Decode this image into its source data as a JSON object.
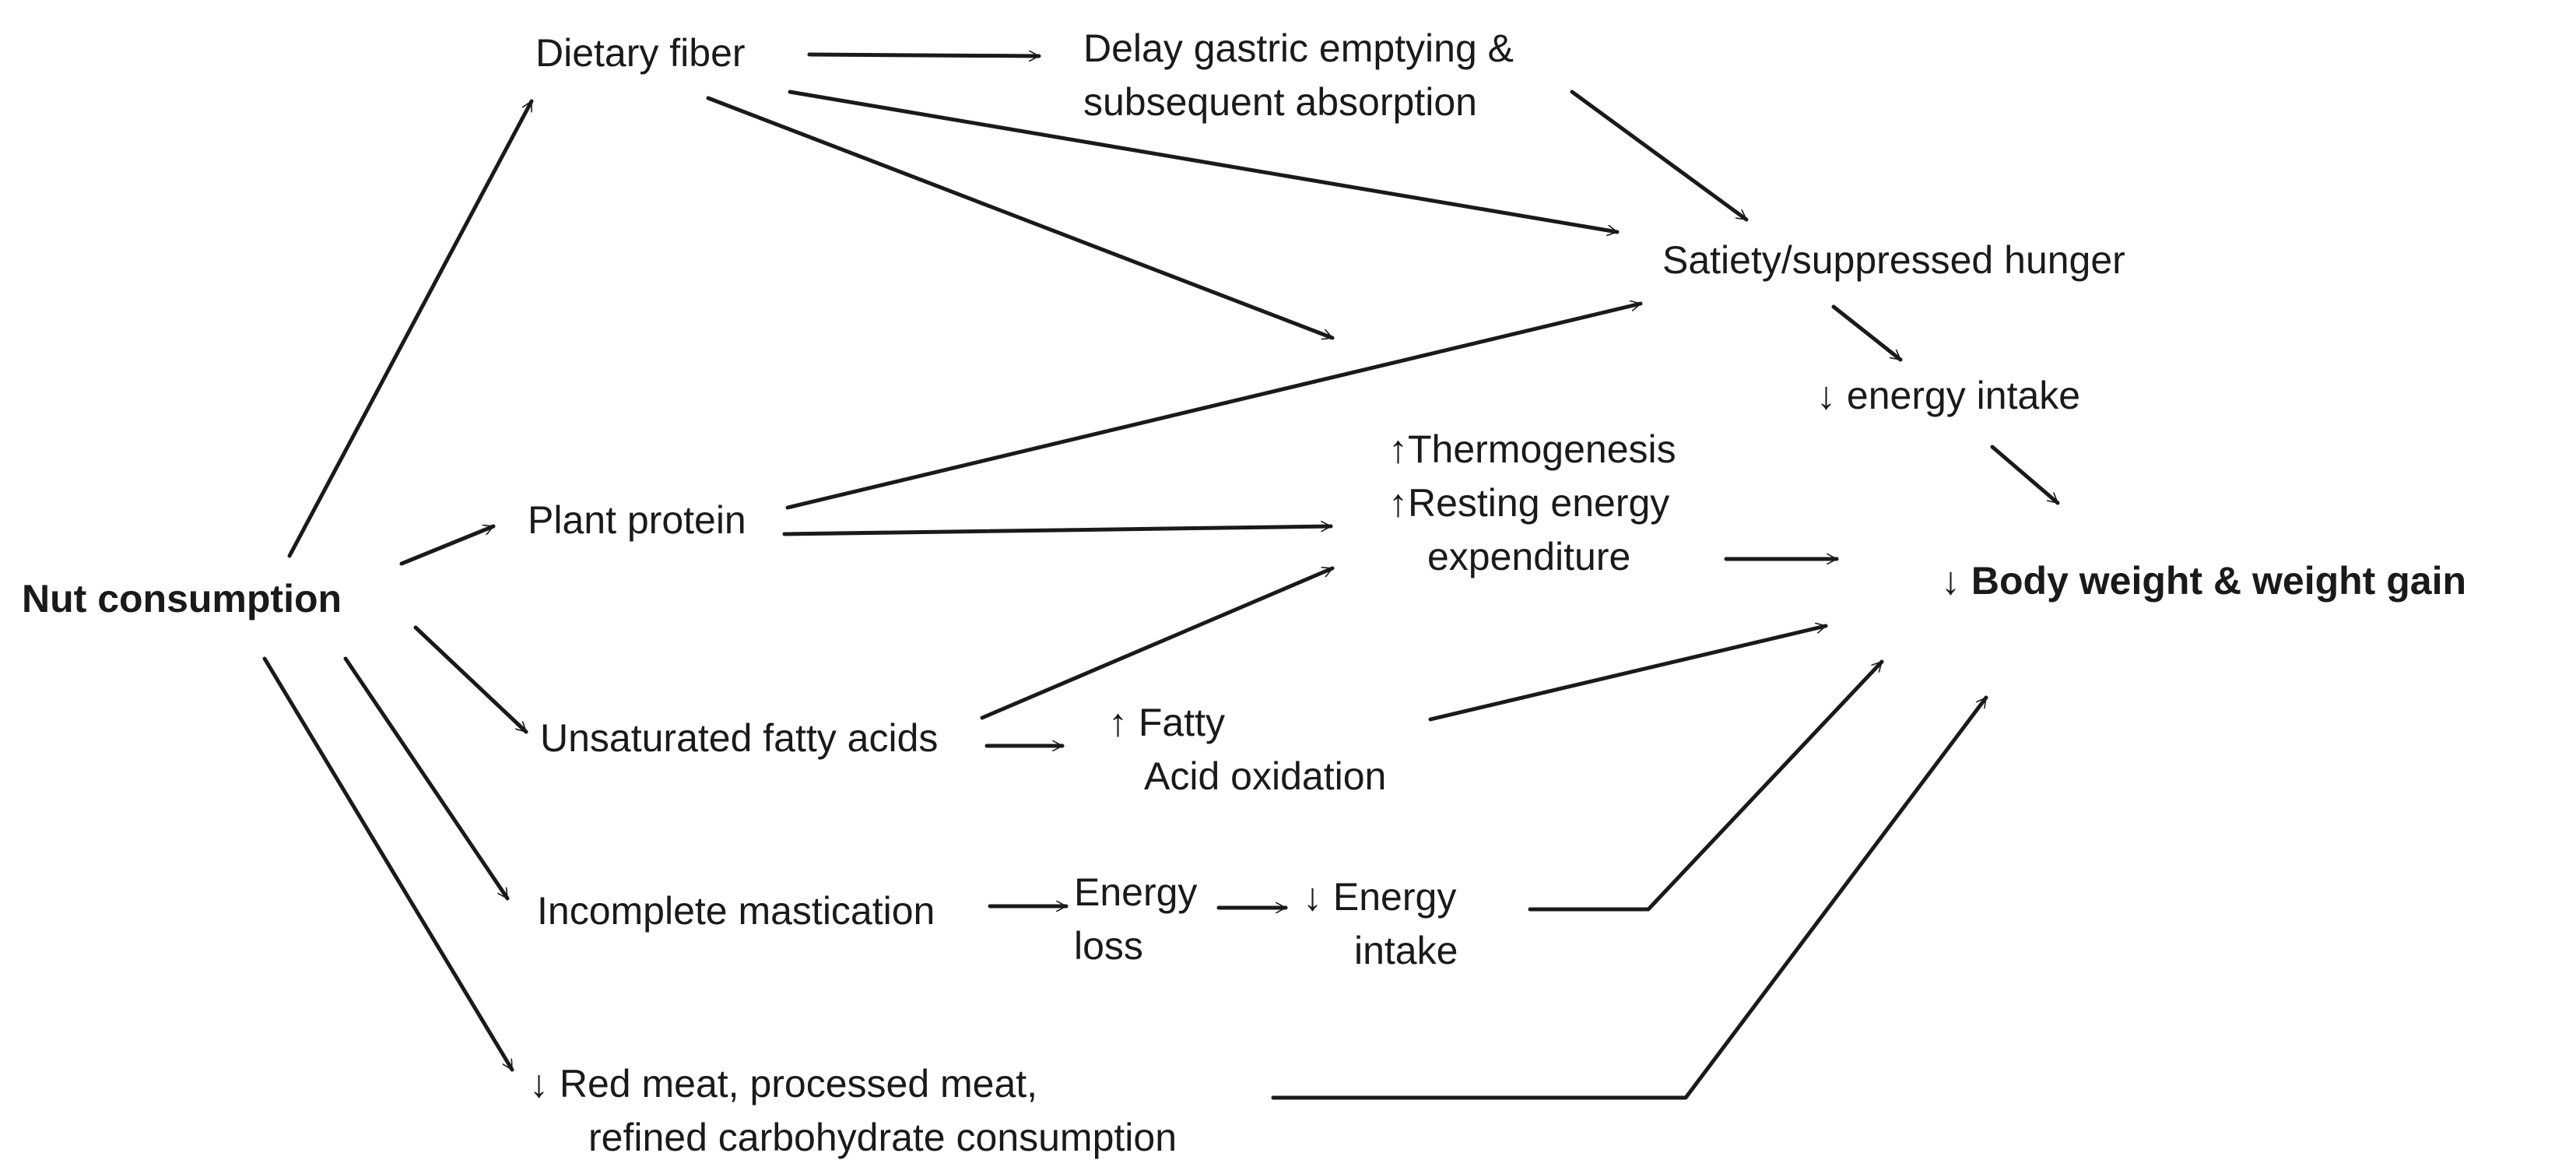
{
  "nodes": {
    "nut_consumption": "Nut consumption",
    "dietary_fiber": "Dietary fiber",
    "delay_gastric": [
      "Delay gastric emptying &",
      "subsequent absorption"
    ],
    "satiety": "Satiety/suppressed hunger",
    "decreased_energy_intake": "↓ energy intake",
    "plant_protein": "Plant protein",
    "thermogenesis": [
      "↑Thermogenesis",
      "↑Resting energy",
      "expenditure"
    ],
    "body_weight": "↓ Body weight & weight gain",
    "unsaturated_fatty_acids": "Unsaturated fatty acids",
    "fatty_acid_oxidation": [
      "↑ Fatty",
      "Acid oxidation"
    ],
    "incomplete_mastication": "Incomplete mastication",
    "energy_loss": [
      "Energy",
      "loss"
    ],
    "energy_intake_reduced": [
      "↓ Energy",
      "intake"
    ],
    "red_meat": [
      "↓ Red meat, processed meat,",
      "refined carbohydrate consumption"
    ]
  }
}
